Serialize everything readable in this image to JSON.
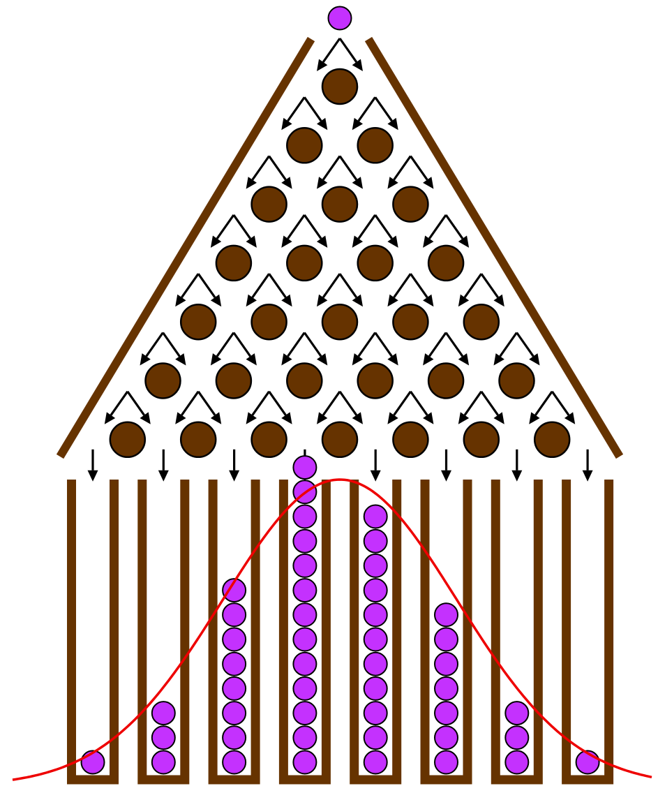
{
  "diagram": {
    "rows": 7,
    "bins": 8,
    "ball_counts": [
      1,
      3,
      8,
      13,
      11,
      7,
      3,
      1
    ],
    "colors": {
      "ball": "#c431fe",
      "peg": "#663300",
      "wall": "#663300",
      "curve": "#ee0000",
      "arrow": "#000000"
    },
    "curve": "normal-distribution",
    "icons": [
      "ball",
      "peg",
      "arrow",
      "bin"
    ]
  }
}
